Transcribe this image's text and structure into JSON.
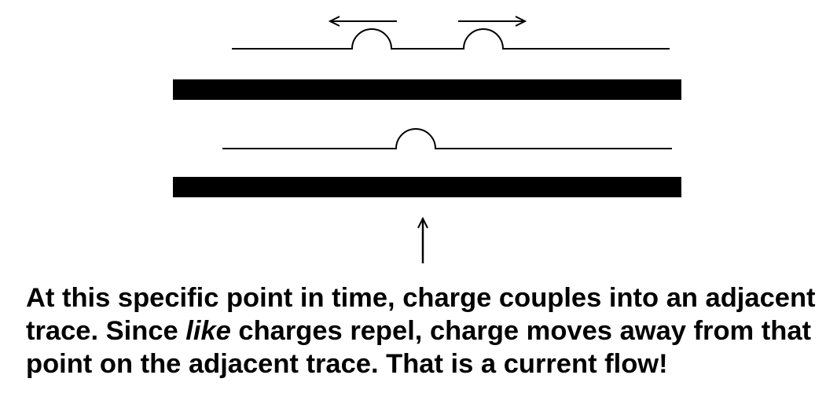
{
  "caption": {
    "part1": "At this specific point in time, charge couples into an adjacent trace. Since ",
    "emphasis": "like",
    "part2": " charges repel, charge moves away from that point on the adjacent trace. That is a current flow!"
  },
  "colors": {
    "ink": "#000000",
    "background": "#ffffff"
  }
}
